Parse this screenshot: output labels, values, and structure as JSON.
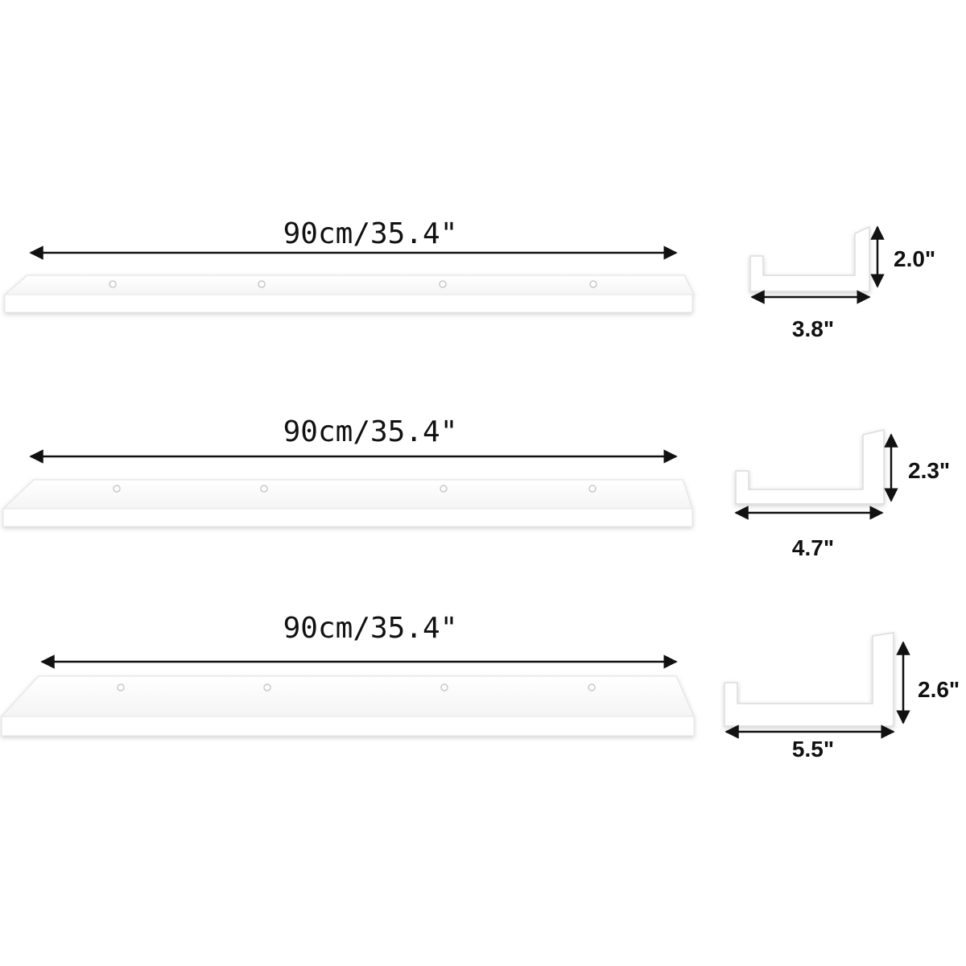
{
  "shelves": [
    {
      "length_label": "90cm/35.4\"",
      "height_label": "2.0\"",
      "depth_label": "3.8\"",
      "height_in": 2.0,
      "depth_in": 3.8
    },
    {
      "length_label": "90cm/35.4\"",
      "height_label": "2.3\"",
      "depth_label": "4.7\"",
      "height_in": 2.3,
      "depth_in": 4.7
    },
    {
      "length_label": "90cm/35.4\"",
      "height_label": "2.6\"",
      "depth_label": "5.5\"",
      "height_in": 2.6,
      "depth_in": 5.5
    }
  ],
  "colors": {
    "ink": "#111111",
    "shelf_face": "#ffffff",
    "shelf_edge": "#dcdcdc",
    "screw": "#cfcfcf"
  }
}
